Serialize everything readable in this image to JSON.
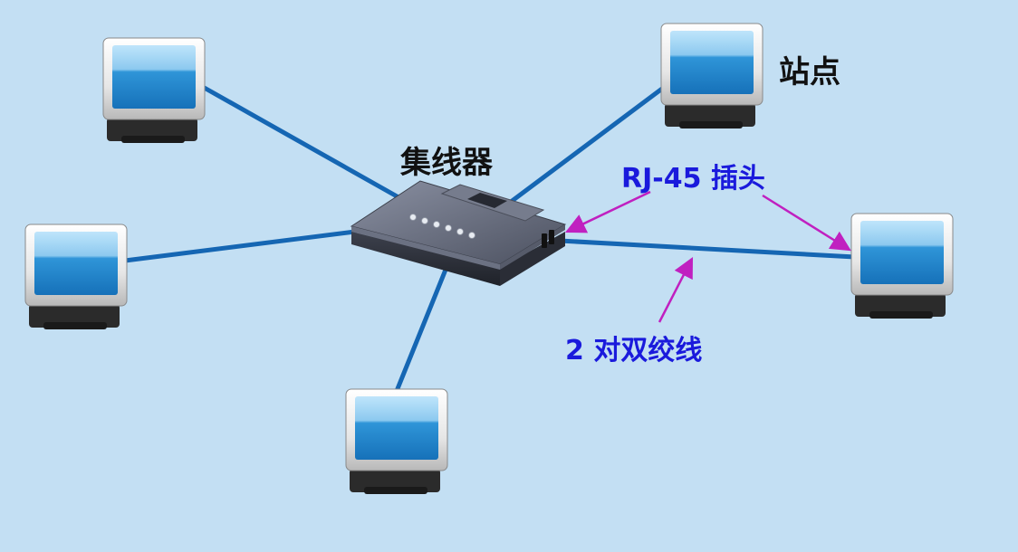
{
  "labels": {
    "station": "站点",
    "hub": "集线器",
    "connector": "RJ-45 插头",
    "cable": "2 对双绞线"
  },
  "colors": {
    "background": "#c3dff3",
    "cable": "#1566b3",
    "annotation_arrow": "#c020c0",
    "annotation_text": "#1a1adc",
    "label_text": "#111111",
    "monitor_screen": "#1f86cf",
    "hub_body": "#5a6070"
  },
  "icons": {
    "computer": "monitor-icon",
    "hub": "network-hub-icon"
  }
}
